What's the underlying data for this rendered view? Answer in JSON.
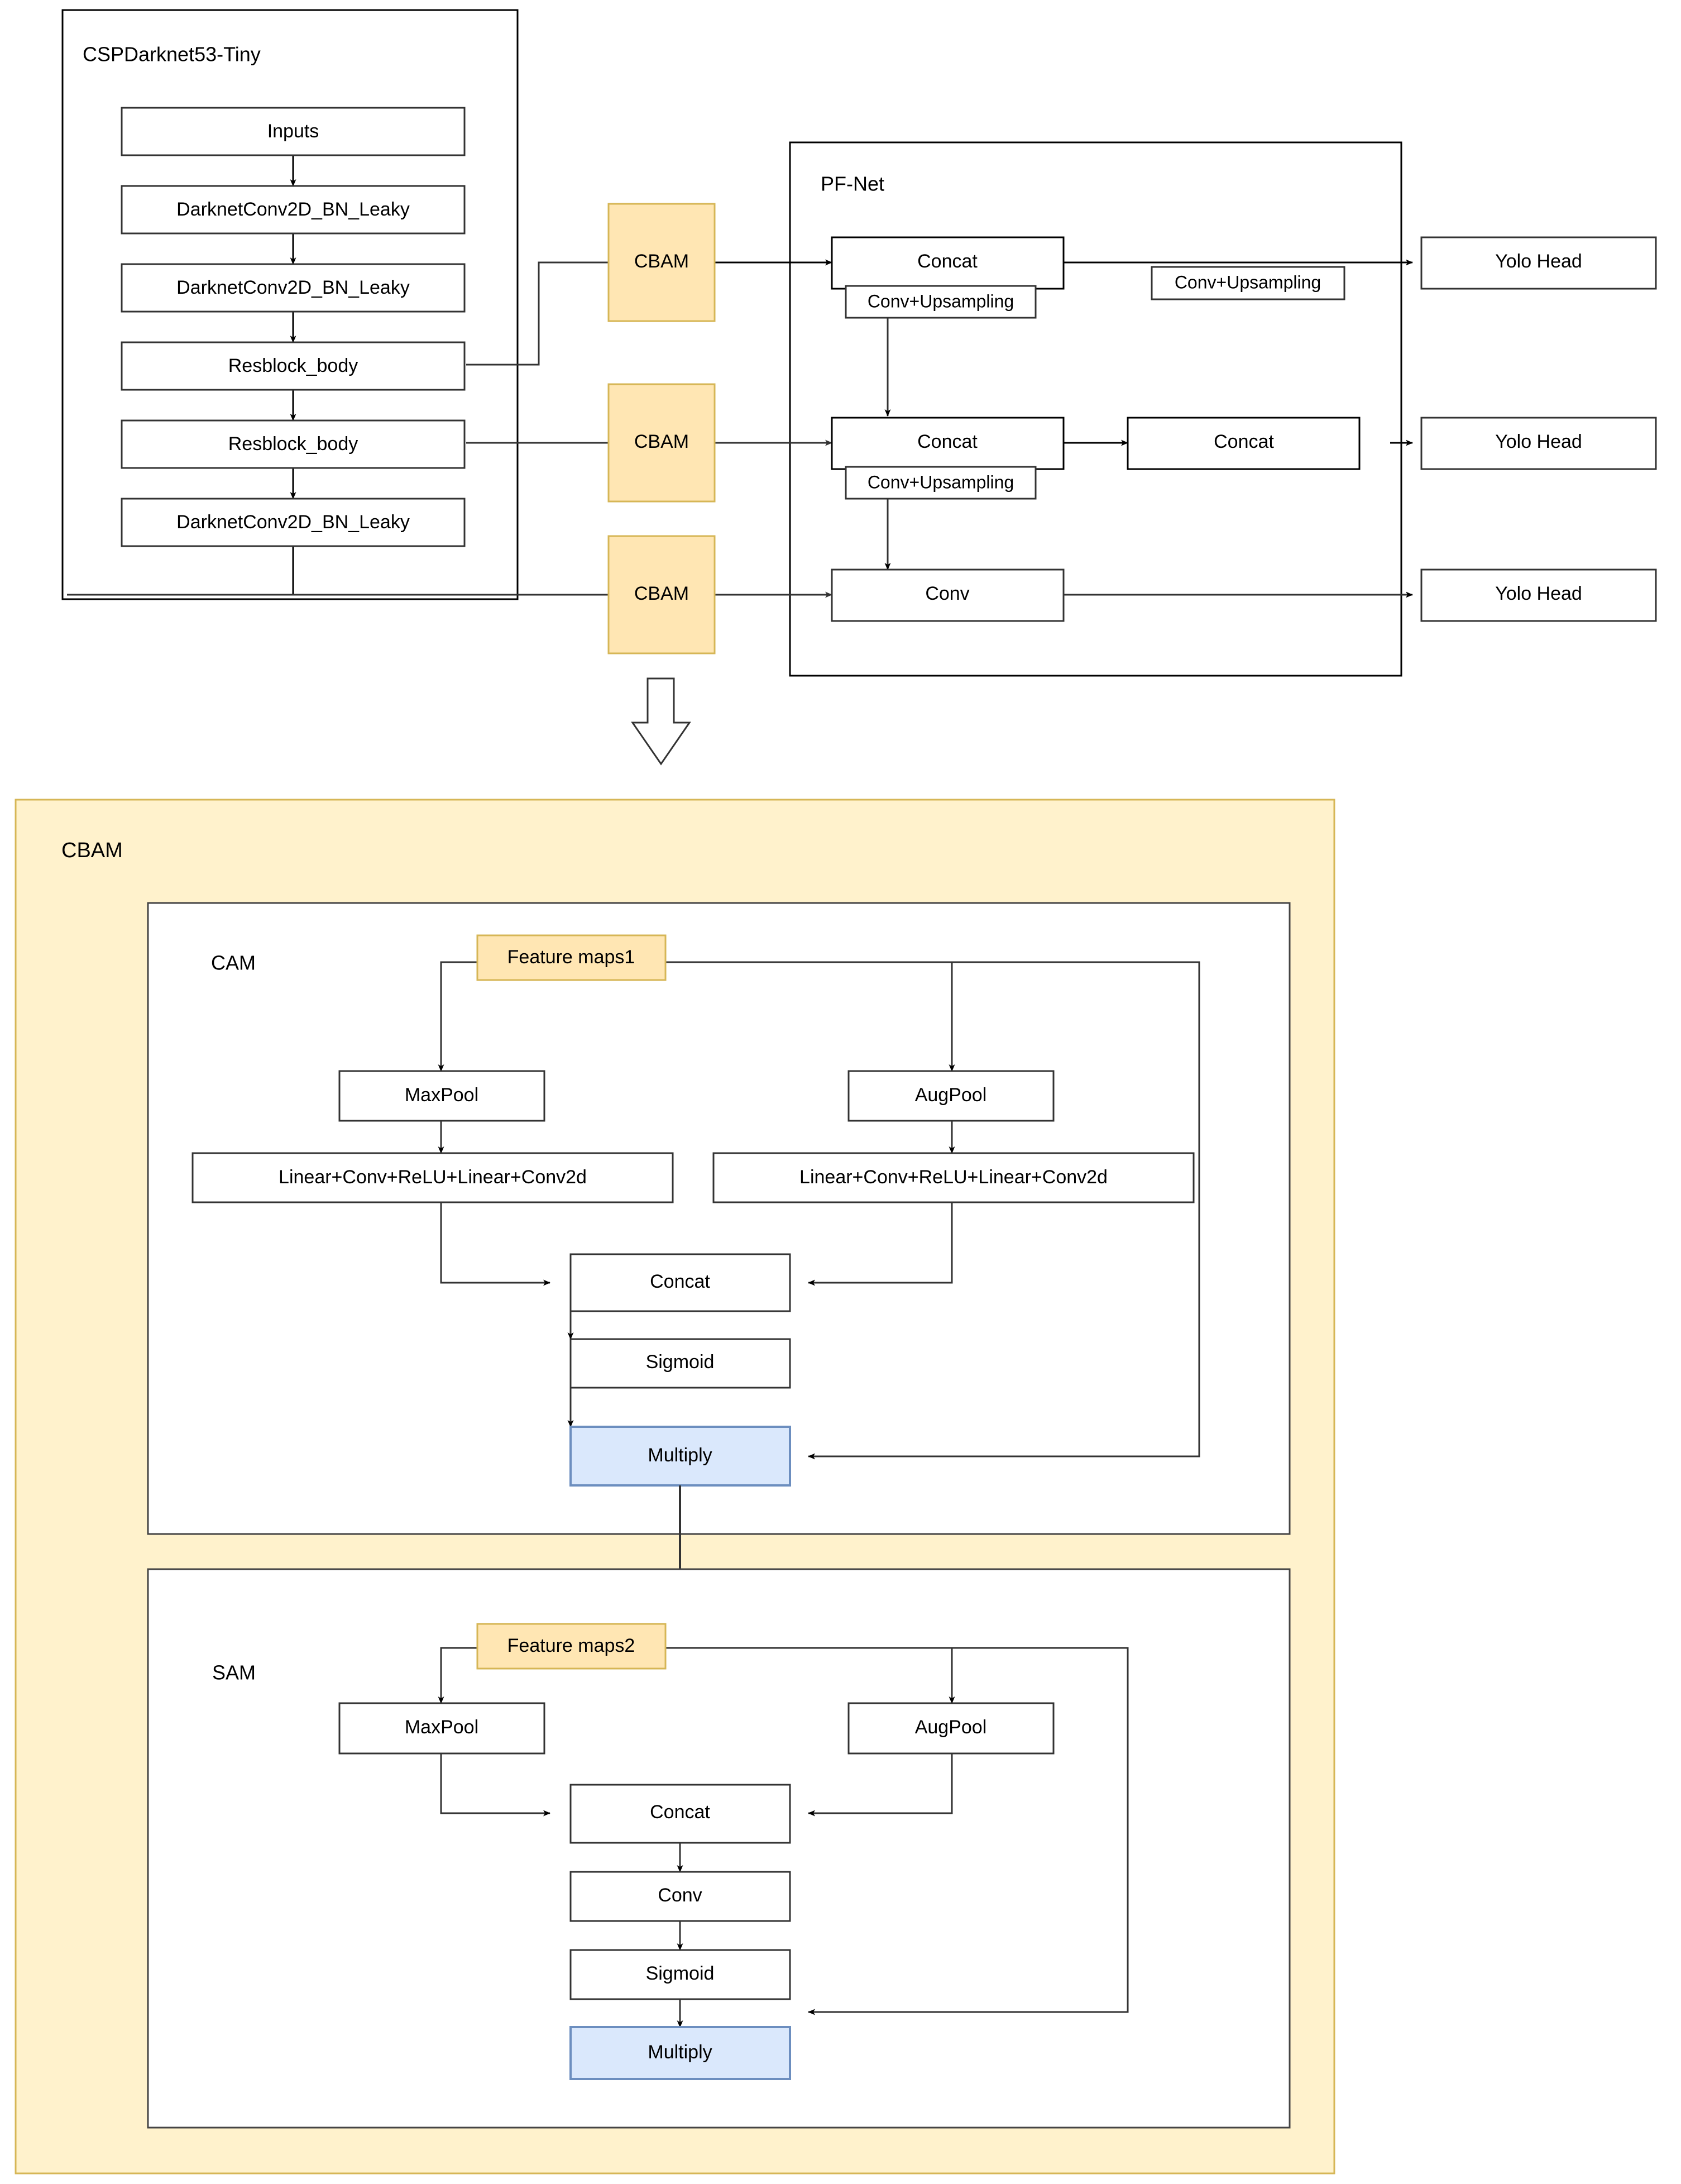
{
  "colors": {
    "accent_fill": "#ffe6b3",
    "accent_fill_light": "#fff2cc",
    "accent_stroke": "#d6b656",
    "blue_fill": "#dae8fc",
    "blue_stroke": "#6c8ebf",
    "box_stroke": "#000000",
    "gray_stroke": "#666666",
    "white_fill": "#ffffff",
    "text": "#000000"
  },
  "backbone": {
    "label": "CSPDarknet53-Tiny",
    "nodes": [
      {
        "id": "inputs",
        "label": "Inputs"
      },
      {
        "id": "dc1",
        "label": "DarknetConv2D_BN_Leaky"
      },
      {
        "id": "dc2",
        "label": "DarknetConv2D_BN_Leaky"
      },
      {
        "id": "res1",
        "label": "Resblock_body"
      },
      {
        "id": "res2",
        "label": "Resblock_body"
      },
      {
        "id": "dc3",
        "label": "DarknetConv2D_BN_Leaky"
      }
    ]
  },
  "attention_column": {
    "nodes": [
      {
        "id": "cbam1",
        "label": "CBAM"
      },
      {
        "id": "cbam2",
        "label": "CBAM"
      },
      {
        "id": "cbam3",
        "label": "CBAM"
      }
    ]
  },
  "pfnet": {
    "label": "PF-Net",
    "nodes": [
      {
        "id": "concat_top",
        "label": "Concat"
      },
      {
        "id": "cu_top_under",
        "label": "Conv+Upsampling"
      },
      {
        "id": "cu_top_right",
        "label": "Conv+Upsampling"
      },
      {
        "id": "concat_mid",
        "label": "Concat"
      },
      {
        "id": "cu_mid_under",
        "label": "Conv+Upsampling"
      },
      {
        "id": "concat_mid_right",
        "label": "Concat"
      },
      {
        "id": "conv_bottom",
        "label": "Conv"
      }
    ]
  },
  "heads": {
    "nodes": [
      {
        "id": "yolo1",
        "label": "Yolo Head"
      },
      {
        "id": "yolo2",
        "label": "Yolo Head"
      },
      {
        "id": "yolo3",
        "label": "Yolo Head"
      }
    ]
  },
  "cbam_detail": {
    "label": "CBAM",
    "cam": {
      "label": "CAM",
      "nodes": [
        {
          "id": "fm1",
          "label": "Feature maps1"
        },
        {
          "id": "cam_maxpool",
          "label": "MaxPool"
        },
        {
          "id": "cam_augpool",
          "label": "AugPool"
        },
        {
          "id": "cam_mlp_left",
          "label": "Linear+Conv+ReLU+Linear+Conv2d"
        },
        {
          "id": "cam_mlp_right",
          "label": "Linear+Conv+ReLU+Linear+Conv2d"
        },
        {
          "id": "cam_concat",
          "label": "Concat"
        },
        {
          "id": "cam_sigmoid",
          "label": "Sigmoid"
        },
        {
          "id": "cam_multiply",
          "label": "Multiply"
        }
      ]
    },
    "sam": {
      "label": "SAM",
      "nodes": [
        {
          "id": "fm2",
          "label": "Feature maps2"
        },
        {
          "id": "sam_maxpool",
          "label": "MaxPool"
        },
        {
          "id": "sam_augpool",
          "label": "AugPool"
        },
        {
          "id": "sam_concat",
          "label": "Concat"
        },
        {
          "id": "sam_conv",
          "label": "Conv"
        },
        {
          "id": "sam_sigmoid",
          "label": "Sigmoid"
        },
        {
          "id": "sam_multiply",
          "label": "Multiply"
        }
      ]
    }
  },
  "chart_data": {
    "type": "diagram",
    "title": "CBAM-augmented CSPDarknet53-Tiny / PF-Net detection architecture",
    "edges": [
      {
        "from": "inputs",
        "to": "dc1"
      },
      {
        "from": "dc1",
        "to": "dc2"
      },
      {
        "from": "dc2",
        "to": "res1"
      },
      {
        "from": "res1",
        "to": "res2"
      },
      {
        "from": "res2",
        "to": "dc3"
      },
      {
        "from": "res1",
        "to": "cbam1"
      },
      {
        "from": "res2",
        "to": "cbam2"
      },
      {
        "from": "dc3",
        "to": "cbam3"
      },
      {
        "from": "cbam1",
        "to": "concat_top"
      },
      {
        "from": "cbam2",
        "to": "concat_mid"
      },
      {
        "from": "cbam3",
        "to": "conv_bottom"
      },
      {
        "from": "concat_top",
        "to": "yolo1"
      },
      {
        "from": "cu_top_under",
        "to": "concat_mid"
      },
      {
        "from": "concat_mid",
        "to": "concat_mid_right"
      },
      {
        "from": "concat_mid_right",
        "to": "yolo2"
      },
      {
        "from": "cu_mid_under",
        "to": "conv_bottom"
      },
      {
        "from": "conv_bottom",
        "to": "yolo3"
      },
      {
        "from": "fm1",
        "to": "cam_maxpool"
      },
      {
        "from": "fm1",
        "to": "cam_augpool"
      },
      {
        "from": "fm1",
        "to": "cam_multiply"
      },
      {
        "from": "cam_maxpool",
        "to": "cam_mlp_left"
      },
      {
        "from": "cam_augpool",
        "to": "cam_mlp_right"
      },
      {
        "from": "cam_mlp_left",
        "to": "cam_concat"
      },
      {
        "from": "cam_mlp_right",
        "to": "cam_concat"
      },
      {
        "from": "cam_concat",
        "to": "cam_sigmoid"
      },
      {
        "from": "cam_sigmoid",
        "to": "cam_multiply"
      },
      {
        "from": "cam_multiply",
        "to": "fm2"
      },
      {
        "from": "fm2",
        "to": "sam_maxpool"
      },
      {
        "from": "fm2",
        "to": "sam_augpool"
      },
      {
        "from": "fm2",
        "to": "sam_multiply"
      },
      {
        "from": "sam_maxpool",
        "to": "sam_concat"
      },
      {
        "from": "sam_augpool",
        "to": "sam_concat"
      },
      {
        "from": "sam_concat",
        "to": "sam_conv"
      },
      {
        "from": "sam_conv",
        "to": "sam_sigmoid"
      },
      {
        "from": "sam_sigmoid",
        "to": "sam_multiply"
      }
    ]
  }
}
